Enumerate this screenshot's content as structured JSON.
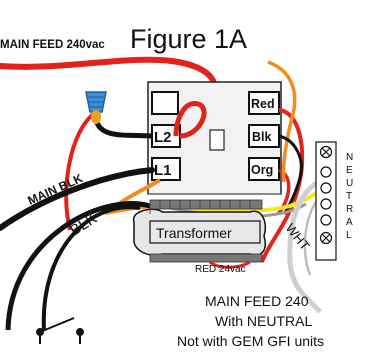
{
  "title": "Figure 1A",
  "top_label": "MAIN FEED 240vac",
  "terminals": {
    "l2": "L2",
    "l1": "L1",
    "red": "Red",
    "blk": "Blk",
    "org": "Org"
  },
  "transformer": "Transformer",
  "wire_labels": {
    "main_blk": "MAIN BLK",
    "blk": "BLK",
    "wht": "WHT",
    "red_24vac": "RED 24vac"
  },
  "neutral_letters": [
    "N",
    "E",
    "U",
    "T",
    "R",
    "A",
    "L"
  ],
  "note": {
    "line1": "MAIN FEED 240",
    "line2": "With NEUTRAL",
    "line3": "Not with GEM GFI units"
  },
  "colors": {
    "red": "#e32219",
    "black": "#111111",
    "orange": "#f28c1c",
    "yellow": "#f6e81a",
    "gray": "#9a9a9a",
    "white_wire": "#d9d9d9",
    "wirenut": "#3a8fd6"
  }
}
